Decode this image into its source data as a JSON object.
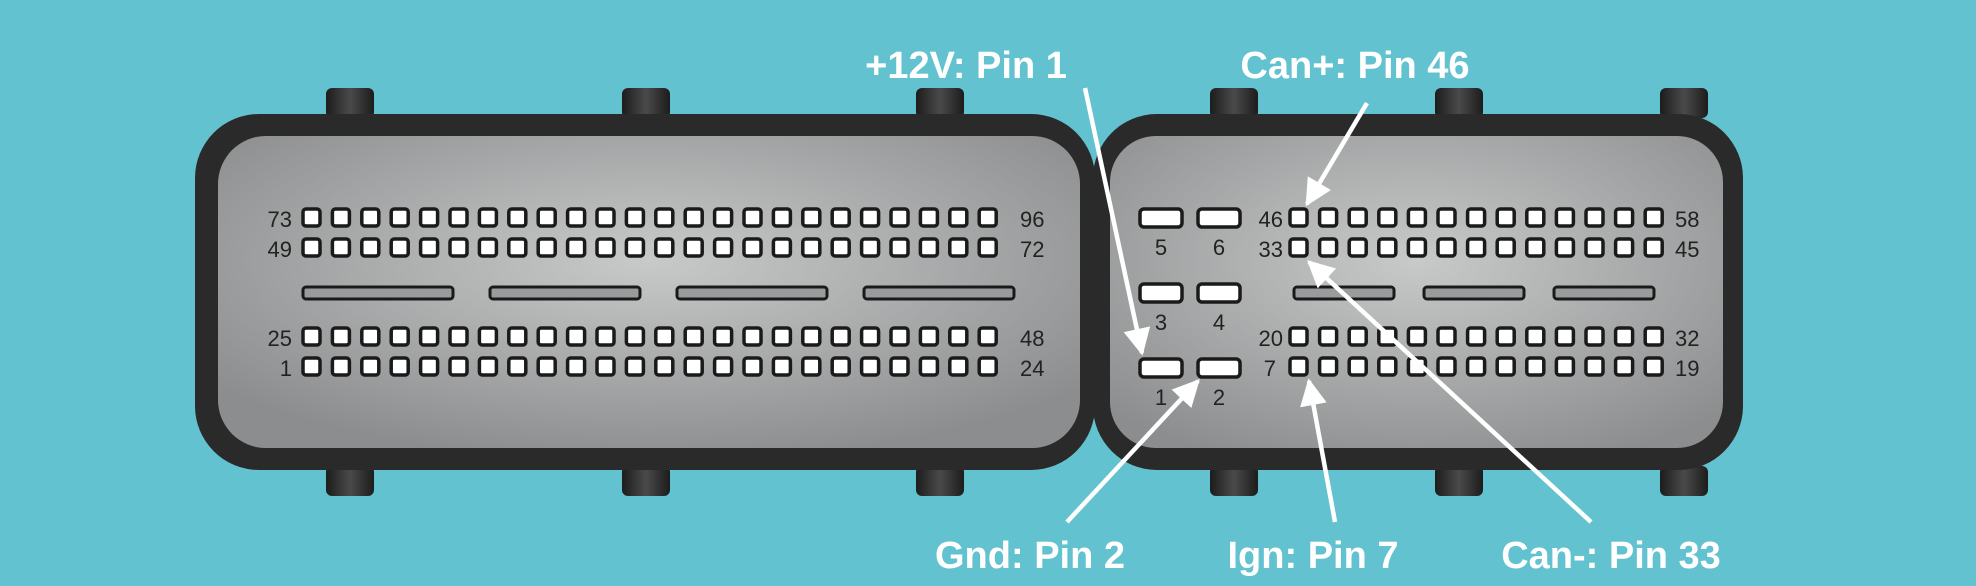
{
  "colors": {
    "background": "#62c2d0",
    "housing": "#2a2a2a",
    "face_light": "#c6c8c8",
    "face_dark": "#8e8f90",
    "pin_fill": "#ffffff",
    "pin_stroke": "#1a1a1a",
    "arrow": "#ffffff"
  },
  "left_connector": {
    "row_labels": {
      "r1_left": "73",
      "r1_right": "96",
      "r2_left": "49",
      "r2_right": "72",
      "r3_left": "25",
      "r3_right": "48",
      "r4_left": "1",
      "r4_right": "24"
    },
    "pins_per_row": 24
  },
  "right_connector": {
    "power_pins": [
      "5",
      "6",
      "3",
      "4",
      "1",
      "2"
    ],
    "row_labels": {
      "r1_left": "46",
      "r1_right": "58",
      "r2_left": "33",
      "r2_right": "45",
      "r3_left": "20",
      "r3_right": "32",
      "r4_left": "7",
      "r4_right": "19"
    },
    "pins_per_row": 13
  },
  "callouts": {
    "plus12v": "+12V: Pin 1",
    "can_plus": "Can+: Pin 46",
    "gnd": "Gnd: Pin 2",
    "ign": "Ign: Pin 7",
    "can_minus": "Can-: Pin 33"
  }
}
